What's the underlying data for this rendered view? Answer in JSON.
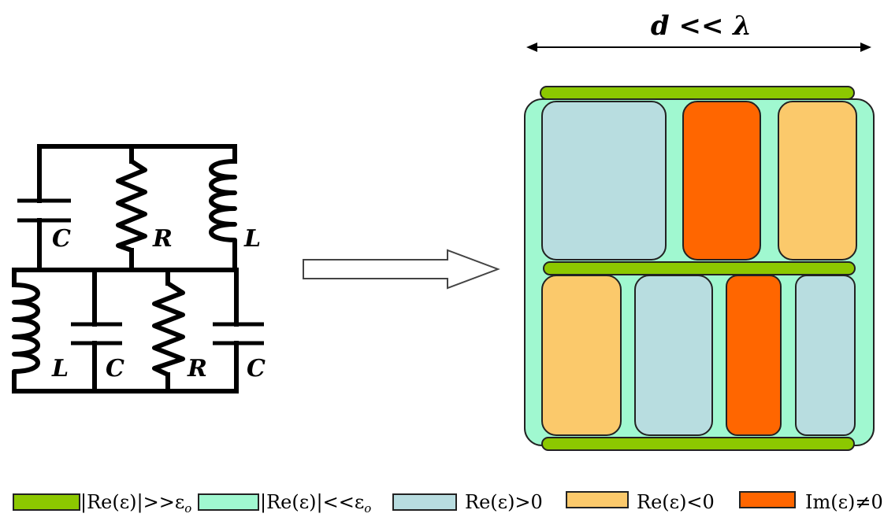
{
  "circuit": {
    "labels": {
      "cap_top": "C",
      "res_top": "R",
      "ind_top": "L",
      "ind_bottom": "L",
      "cap_bottom_1": "C",
      "res_bottom": "R",
      "cap_bottom_2": "C"
    }
  },
  "scale": {
    "label": "d << λ"
  },
  "colors": {
    "green": "#8cc800",
    "mint": "#a0f8d0",
    "lightblue": "#b8dde0",
    "orange": "#fbc96b",
    "red": "#ff6600",
    "border": "#222222"
  },
  "legend": [
    {
      "color_key": "green",
      "text": "|Re(ε)|>>ε",
      "sub": "o"
    },
    {
      "color_key": "mint",
      "text": "|Re(ε)|<<ε",
      "sub": "o"
    },
    {
      "color_key": "lightblue",
      "text": "Re(ε)>0",
      "sub": ""
    },
    {
      "color_key": "orange",
      "text": "Re(ε)<0",
      "sub": ""
    },
    {
      "color_key": "red",
      "text": "Im(ε)≠0",
      "sub": ""
    }
  ]
}
